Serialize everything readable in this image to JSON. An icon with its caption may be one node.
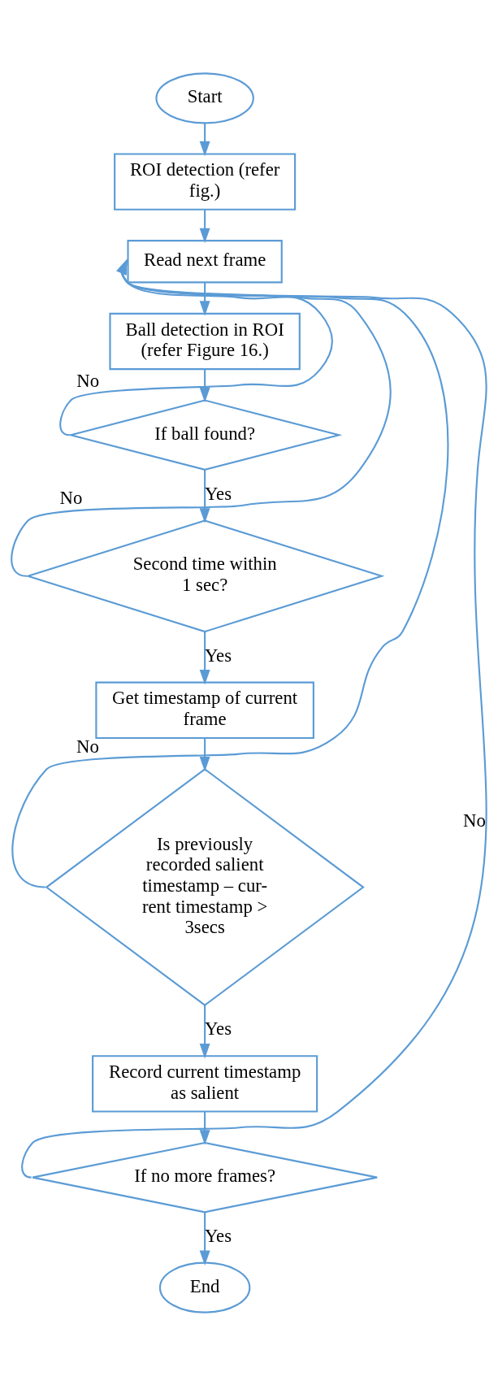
{
  "diagram": {
    "nodes": [
      {
        "text": [
          "Start"
        ]
      },
      {
        "text": [
          "ROI detection (refer fig.)"
        ]
      },
      {
        "text": [
          "Read next frame"
        ]
      },
      {
        "text": [
          "Ball detection in ROI (refer Figure 16.)"
        ]
      },
      {
        "text": [
          "If ball found?"
        ]
      },
      {
        "text": [
          "Second time within 1 sec?"
        ]
      },
      {
        "text": [
          "Get timestamp of current frame"
        ]
      },
      {
        "text": [
          "Is previously recorded salient timestamp – cur- rent timestamp > 3secs"
        ]
      },
      {
        "text": [
          "Record current timestamp as salient"
        ]
      },
      {
        "text": [
          "If no more frames?"
        ]
      },
      {
        "text": [
          "End"
        ]
      }
    ],
    "edges": [
      {
        "from": 0,
        "to": 1,
        "arrow": "to"
      },
      {
        "from": 1,
        "to": 2,
        "arrow": "to"
      },
      {
        "from": 2,
        "to": 3,
        "arrow": "to"
      },
      {
        "from": 3,
        "to": 4,
        "arrow": "to"
      },
      {
        "from": 4,
        "to": 2,
        "arrow": "to",
        "label": "No"
      },
      {
        "from": 4,
        "to": 5,
        "arrow": "to",
        "label": "Yes"
      },
      {
        "from": 5,
        "to": 2,
        "arrow": "to",
        "label": "No"
      },
      {
        "from": 5,
        "to": 6,
        "arrow": "to",
        "label": "Yes"
      },
      {
        "from": 6,
        "to": 7,
        "arrow": "to"
      },
      {
        "from": 7,
        "to": 2,
        "arrow": "to",
        "label": "No"
      },
      {
        "from": 7,
        "to": 8,
        "arrow": "to",
        "label": "Yes"
      },
      {
        "from": 8,
        "to": 9,
        "arrow": "to"
      },
      {
        "from": 9,
        "to": 2,
        "arrow": "to",
        "label": "No"
      },
      {
        "from": 9,
        "to": 10,
        "arrow": "to",
        "label": "Yes"
      }
    ]
  }
}
